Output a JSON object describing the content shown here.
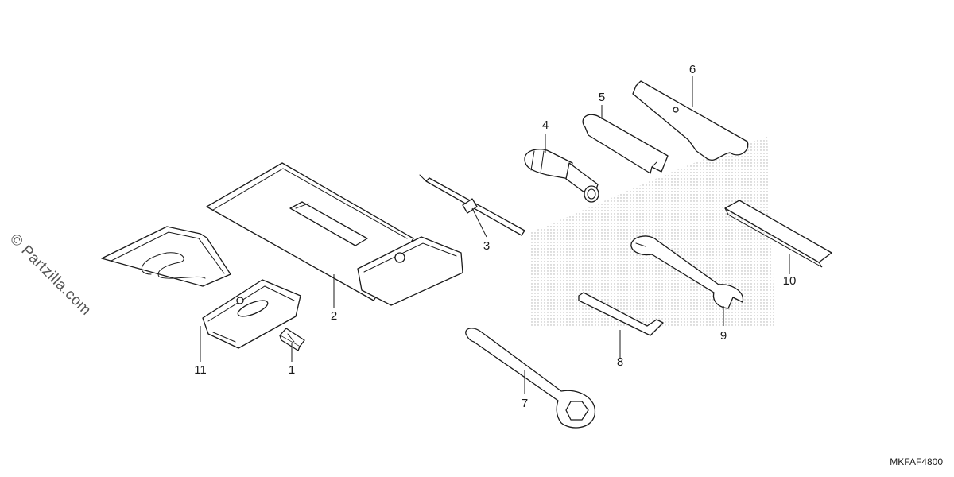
{
  "watermark": "© Partzilla.com",
  "diagram_code": "MKFAF4800",
  "callouts": [
    "1",
    "2",
    "3",
    "4",
    "5",
    "6",
    "7",
    "8",
    "9",
    "10",
    "11"
  ],
  "colors": {
    "line": "#1a1a1a",
    "dots": "#9a9a9a",
    "background": "#ffffff"
  }
}
